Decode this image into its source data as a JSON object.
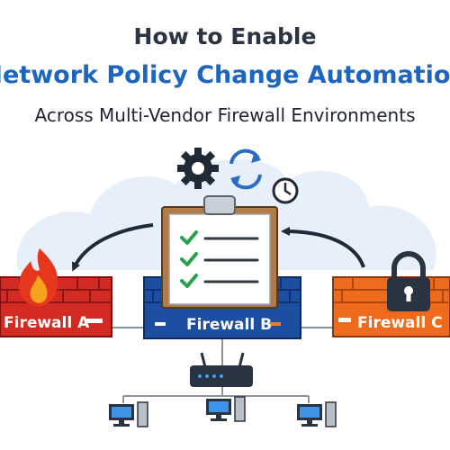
{
  "title": {
    "line1": "How to Enable",
    "line2": "Network Policy Change Automation",
    "line3": "Across Multi-Vendor Firewall Environments"
  },
  "firewalls": [
    {
      "label": "Firewall A",
      "color": "#d42a24"
    },
    {
      "label": "Firewall B",
      "color": "#1c4fa1"
    },
    {
      "label": "Firewall C",
      "color": "#ee6a1c"
    }
  ],
  "icons": [
    "gear-icon",
    "refresh-icon",
    "clock-icon",
    "clipboard-checklist-icon",
    "flame-icon",
    "padlock-icon",
    "router-icon",
    "computer-icon"
  ],
  "colors": {
    "title_dark": "#2a3443",
    "title_blue": "#1c66c2",
    "cloud": "#e6f0fa",
    "check": "#27a14a"
  }
}
